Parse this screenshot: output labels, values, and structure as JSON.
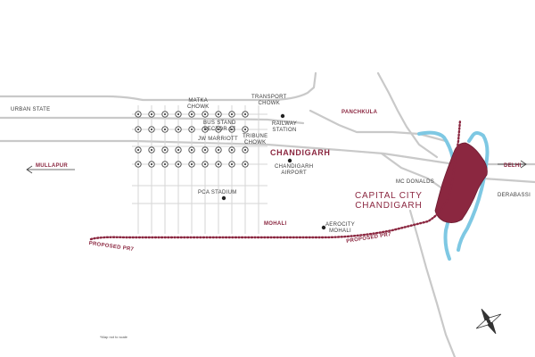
{
  "labels": {
    "urban_state": "URBAN STATE",
    "matka_chowk": "MATKA\nCHOWK",
    "transport_chowk": "TRANSPORT\nCHOWK",
    "panchkula": "PANCHKULA",
    "railway_station": "RAILWAY\nSTATION",
    "bus_stand": "BUS STAND\nSECTOR 17",
    "jw_marriott": "JW MARRIOTT",
    "tribune_chowk": "TRIBUNE\nCHOWK",
    "chandigarh": "CHANDIGARH",
    "chandigarh_airport": "CHANDIGARH\nAIRPORT",
    "mullapur": "MULLAPUR",
    "delhi": "DELHI",
    "mc_donalds": "MC DONALDS",
    "derabassi": "DERABASSI",
    "capital_city": "CAPITAL CITY\nCHANDIGARH",
    "pca_stadium": "PCA STADIUM",
    "mohali": "MOHALI",
    "aerocity": "AEROCITY\nMOHALI",
    "proposed_pr7_left": "PROPOSED PR7",
    "proposed_pr7_right": "PROPOSED PR7",
    "map_note": "*Map not to scale"
  },
  "colors": {
    "road": "#c9c9c9",
    "river": "#7ec8e3",
    "project": "#8b2740",
    "route": "#8b2740",
    "text": "#3a3a3a"
  },
  "icons": {
    "roundabout": "circle-dot",
    "landmark": "filled-dot",
    "compass": "compass-rose"
  }
}
